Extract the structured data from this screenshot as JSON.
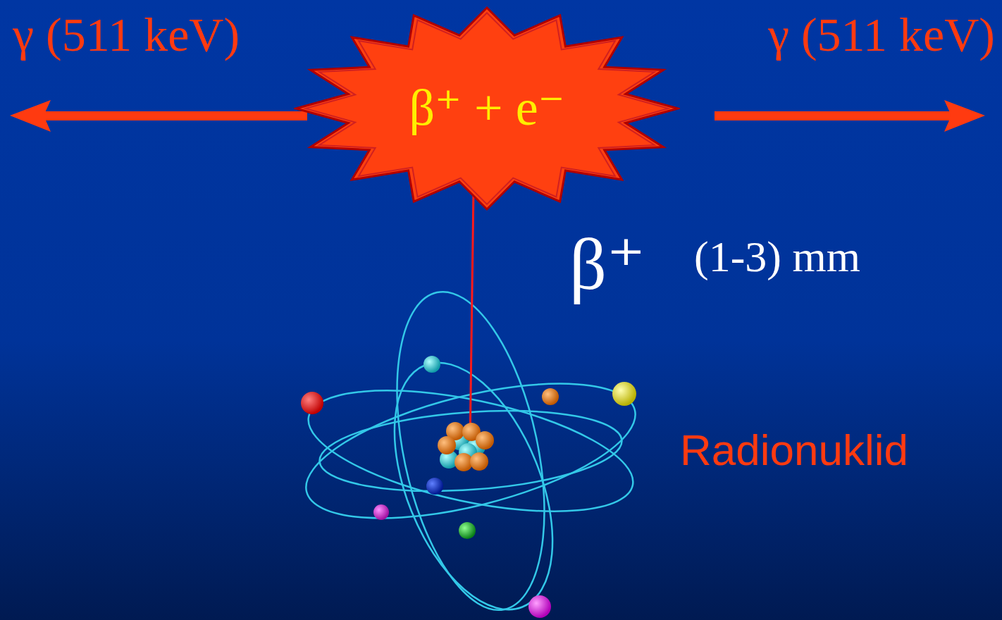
{
  "diagram": {
    "nodes": [
      {
        "text": [
          "β⁺ + e⁻"
        ]
      }
    ],
    "labels": [
      "γ (511 keV)",
      "γ (511 keV)",
      "β⁺",
      "(1-3) mm",
      "Radionuklid"
    ]
  }
}
